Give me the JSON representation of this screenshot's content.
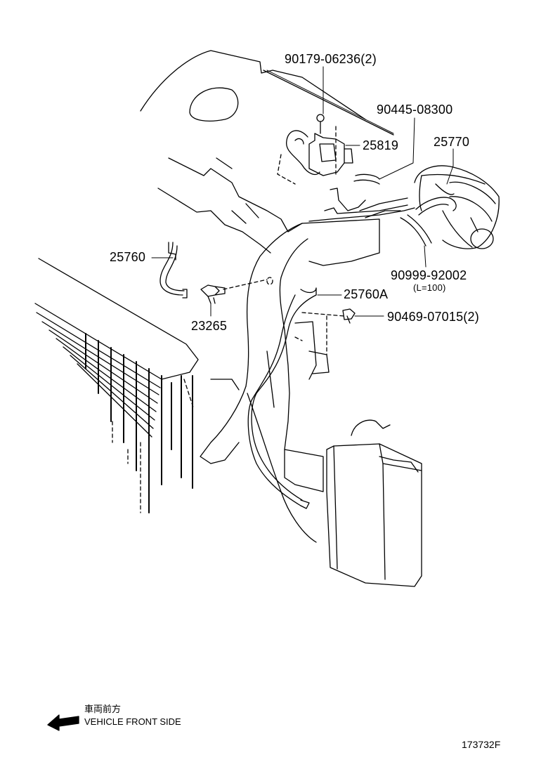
{
  "parts": {
    "p1": "90179-06236(2)",
    "p2": "90445-08300",
    "p3": "25819",
    "p4": "25770",
    "p5": "25760",
    "p6": "23265",
    "p7": "25760A",
    "p8": "90469-07015(2)",
    "p9": "90999-92002",
    "p9_note": "(L=100)"
  },
  "legend": {
    "japanese": "車両前方",
    "english": "VEHICLE FRONT SIDE",
    "arrow_icon": "left-arrow-icon"
  },
  "reference_code": "173732F"
}
